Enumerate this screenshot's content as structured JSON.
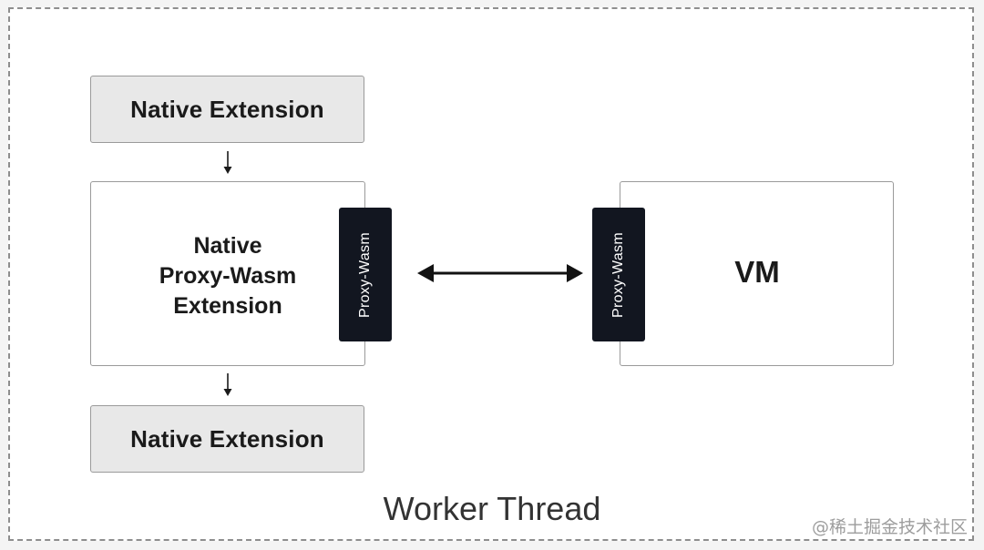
{
  "diagram": {
    "native_extension_top": "Native Extension",
    "native_extension_bottom": "Native Extension",
    "proxy_extension": {
      "line1": "Native",
      "line2": "Proxy-Wasm",
      "line3": "Extension"
    },
    "proxy_wasm_left": "Proxy-Wasm",
    "proxy_wasm_right": "Proxy-Wasm",
    "vm_label": "VM",
    "container_label": "Worker Thread"
  },
  "watermark": "@稀土掘金技术社区",
  "colors": {
    "page_background": "#f4f4f4",
    "frame_border": "#8e8e8e",
    "native_box_fill": "#e8e8e8",
    "proxy_wasm_bar": "#121620",
    "text": "#1a1a1a"
  }
}
